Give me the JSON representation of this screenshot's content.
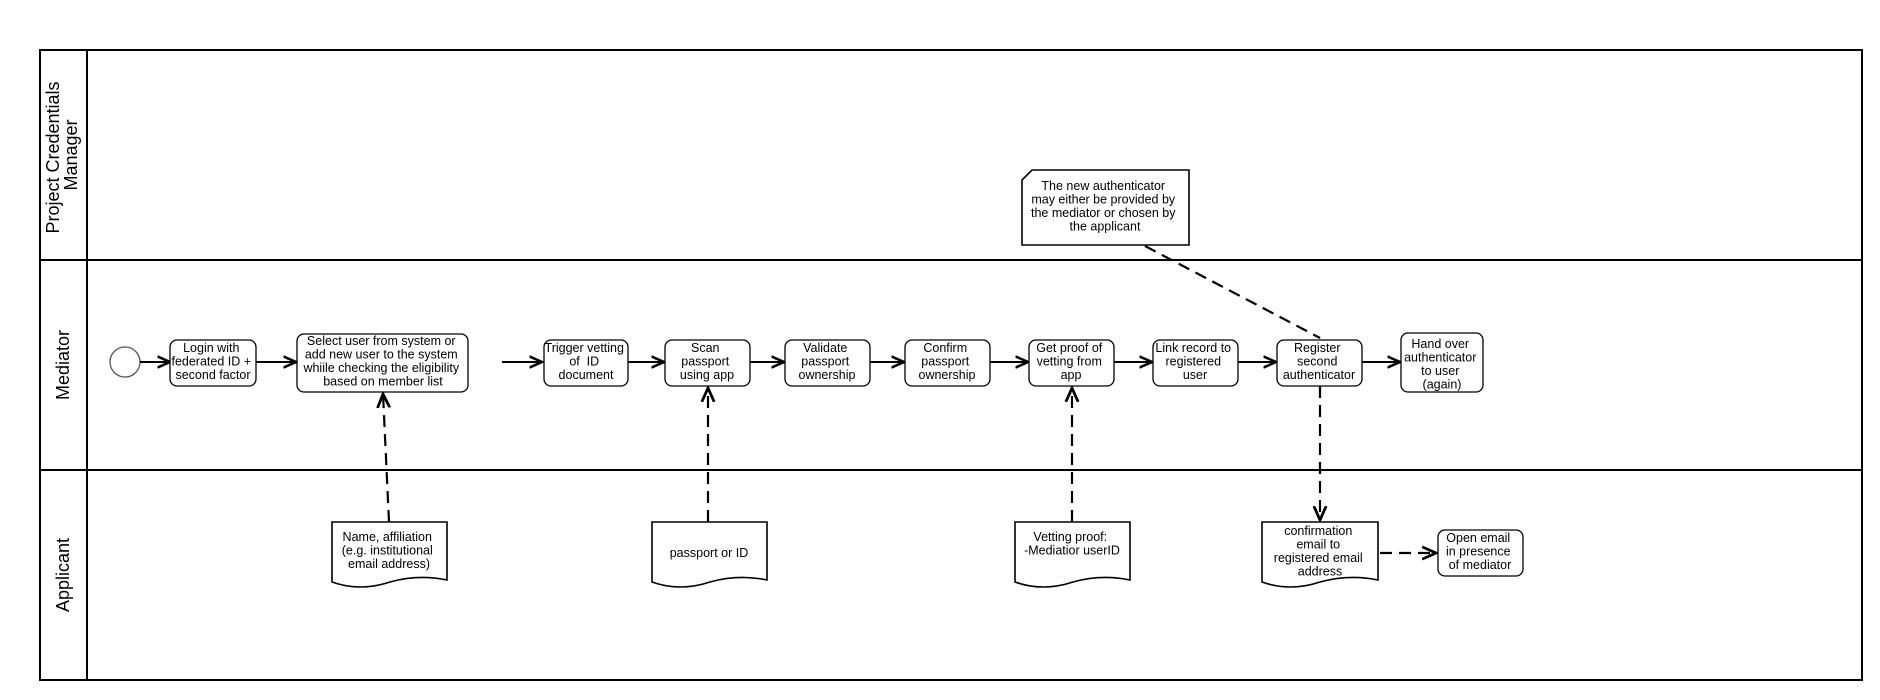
{
  "lanes": [
    {
      "id": "pcm",
      "label_lines": [
        "Project Credentials",
        "Manager"
      ]
    },
    {
      "id": "mediator",
      "label_lines": [
        "Mediator"
      ]
    },
    {
      "id": "applicant",
      "label_lines": [
        "Applicant"
      ]
    }
  ],
  "tasks": [
    {
      "id": "login",
      "lines": [
        "Login with",
        "federated ID +",
        "second factor"
      ]
    },
    {
      "id": "select-user",
      "lines": [
        "Select user from system or",
        "add new user to the system",
        "whiile checking the eligibility",
        "based on member list"
      ]
    },
    {
      "id": "trigger-vetting",
      "lines": [
        "Trigger vetting",
        "of  ID",
        "document"
      ]
    },
    {
      "id": "scan-passport",
      "lines": [
        "Scan",
        "passport",
        "using app"
      ]
    },
    {
      "id": "validate-passport",
      "lines": [
        "Validate",
        "passport",
        "ownership"
      ]
    },
    {
      "id": "confirm-passport",
      "lines": [
        "Confirm",
        "passport",
        "ownership"
      ]
    },
    {
      "id": "get-proof",
      "lines": [
        "Get proof of",
        "vetting from",
        "app"
      ]
    },
    {
      "id": "link-record",
      "lines": [
        "Link record to",
        "registered",
        "user"
      ]
    },
    {
      "id": "register-second",
      "lines": [
        "Register",
        "second",
        "authenticator"
      ]
    },
    {
      "id": "hand-over",
      "lines": [
        "Hand over",
        "authenticator",
        "to user",
        "(again)"
      ]
    },
    {
      "id": "open-email",
      "lines": [
        "Open email",
        "in presence",
        "of mediator"
      ]
    }
  ],
  "documents": [
    {
      "id": "name-affiliation",
      "lines": [
        "Name, affiliation",
        "(e.g. institutional",
        "email address)"
      ]
    },
    {
      "id": "passport-or-id",
      "lines": [
        "passport or ID"
      ]
    },
    {
      "id": "vetting-proof",
      "lines": [
        "Vetting proof:",
        "-Mediatior userID"
      ]
    },
    {
      "id": "confirmation-email",
      "lines": [
        "confirmation",
        "email to",
        "registered email",
        "address"
      ]
    }
  ],
  "note": {
    "id": "authenticator-note",
    "lines": [
      "The new authenticator",
      "may either be provided by",
      "the mediator or chosen by",
      "the applicant"
    ]
  }
}
